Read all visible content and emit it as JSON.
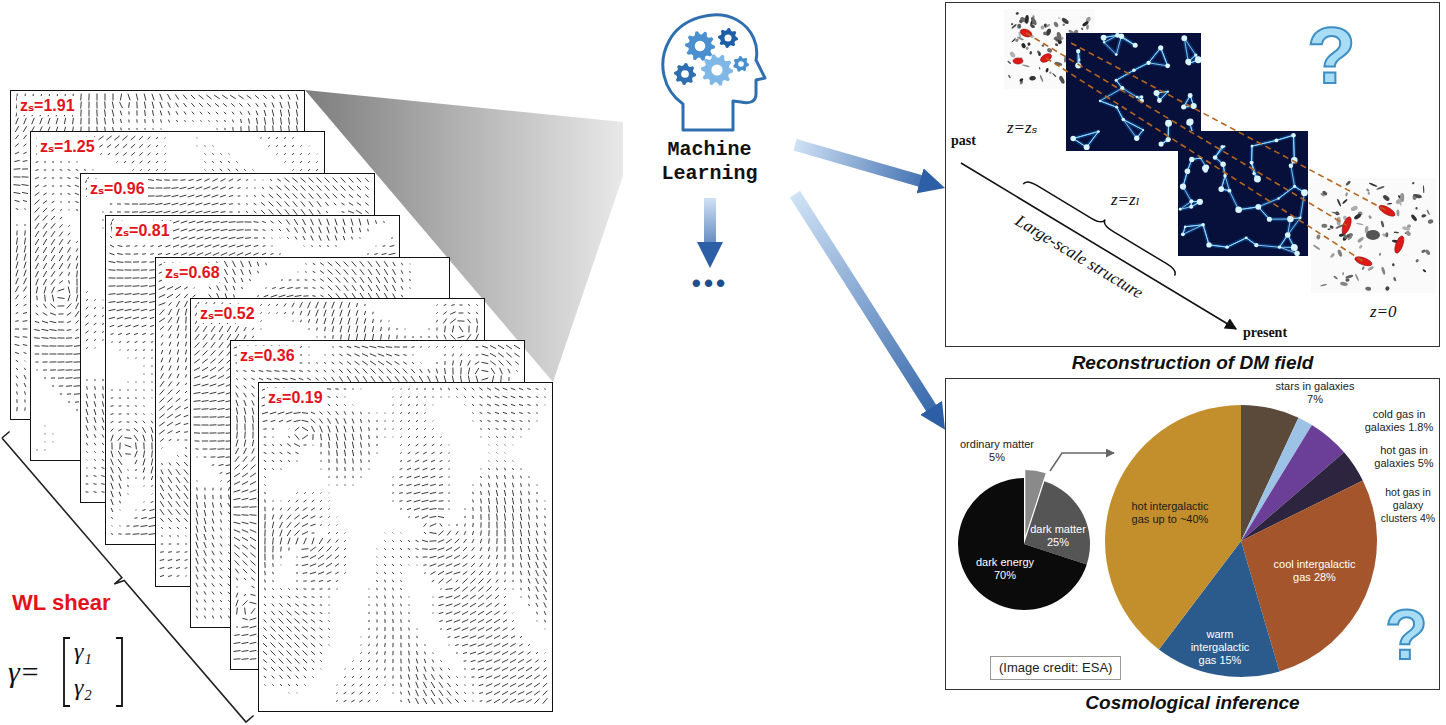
{
  "diagram": {
    "nodes": [
      {
        "text": [
          "zₛ=1.91"
        ]
      },
      {
        "text": [
          "zₛ=1.25"
        ]
      },
      {
        "text": [
          "zₛ=0.96"
        ]
      },
      {
        "text": [
          "zₛ=0.81"
        ]
      },
      {
        "text": [
          "zₛ=0.68"
        ]
      },
      {
        "text": [
          "zₛ=0.52"
        ]
      },
      {
        "text": [
          "zₛ=0.36"
        ]
      },
      {
        "text": [
          "zₛ=0.19"
        ]
      },
      {
        "text": [
          "Machine Learning"
        ]
      },
      {
        "text": [
          "Reconstruction of DM field",
          "past",
          "present",
          "z=zₛ",
          "z=zₗ",
          "z=0",
          "Large-scale structure",
          "?"
        ]
      },
      {
        "text": [
          "Cosmological inference",
          "ordinary matter 5%",
          "dark matter 25%",
          "dark energy 70%",
          "stars in galaxies 7%",
          "cold gas in galaxies 1.8%",
          "hot gas in galaxies 5%",
          "hot gas in galaxy clusters 4%",
          "hot intergalactic gas up to ~40%",
          "cool intergalactic gas 28%",
          "warm intergalactic gas 15%",
          "(Image credit: ESA)",
          "?"
        ]
      },
      {
        "text": [
          "•••"
        ]
      }
    ],
    "edges": [
      {
        "from": 8,
        "to": 9,
        "arrow": "to"
      },
      {
        "from": 8,
        "to": 10,
        "arrow": "to"
      },
      {
        "from": 8,
        "to": 11,
        "arrow": "to"
      }
    ],
    "labels": [
      "WL shear",
      "γ=",
      "γ₁",
      "γ₂"
    ]
  }
}
